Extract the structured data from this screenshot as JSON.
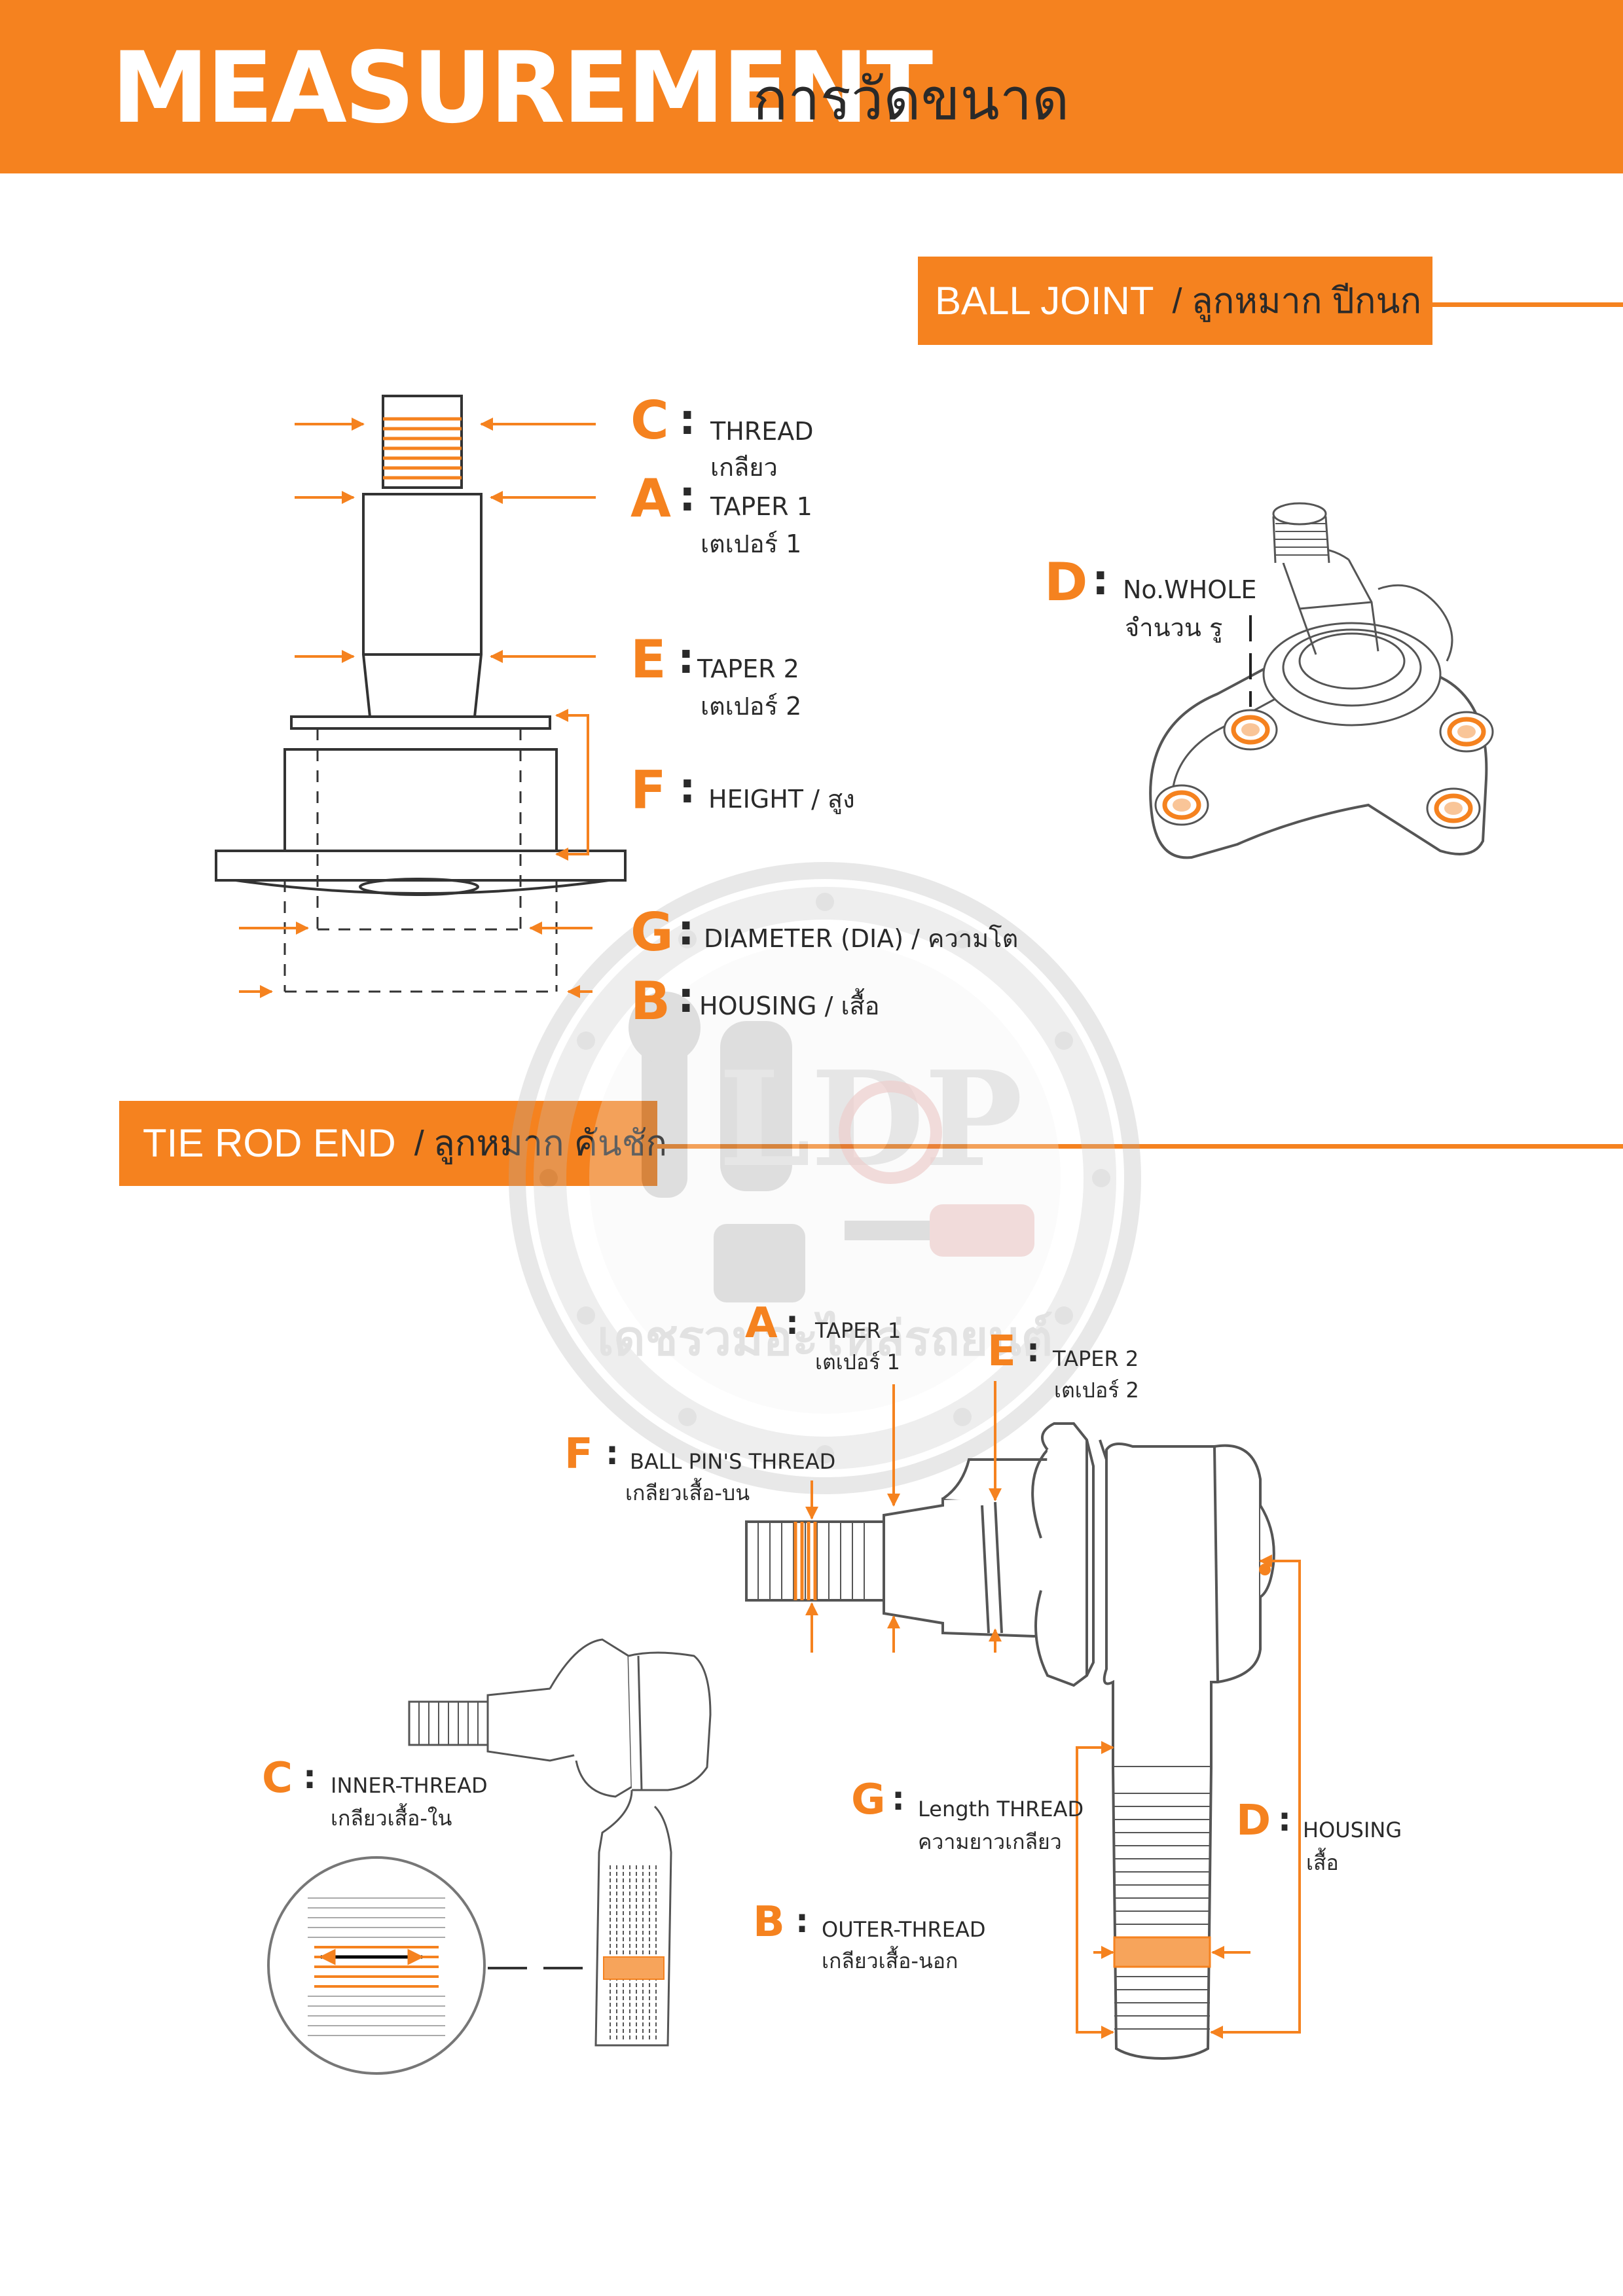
{
  "header": {
    "title": "MEASUREMENT",
    "subtitle": "การวัดขนาด"
  },
  "ball_joint": {
    "section_label": "BALL JOINT",
    "section_slash": "/",
    "section_thai": "ลูกหมาก ปีกนก",
    "items": {
      "C": {
        "letter": "C",
        "en": "THREAD",
        "th": "เกลียว"
      },
      "A": {
        "letter": "A",
        "en": "TAPER 1",
        "th": "เตเปอร์ 1"
      },
      "E": {
        "letter": "E",
        "en": "TAPER 2",
        "th": "เตเปอร์ 2"
      },
      "F": {
        "letter": "F",
        "en": "HEIGHT / สูง"
      },
      "G": {
        "letter": "G",
        "en": "DIAMETER (DIA) / ความโต"
      },
      "B": {
        "letter": "B",
        "en": "HOUSING / เสื้อ"
      },
      "D": {
        "letter": "D",
        "en": "No.WHOLE",
        "th": "จำนวน รู"
      }
    }
  },
  "tie_rod_end": {
    "section_label": "TIE ROD END",
    "section_slash": "/",
    "section_thai": "ลูกหมาก คันชัก",
    "items": {
      "A": {
        "letter": "A",
        "en": "TAPER 1",
        "th": "เตเปอร์ 1"
      },
      "E": {
        "letter": "E",
        "en": "TAPER 2",
        "th": "เตเปอร์ 2"
      },
      "F": {
        "letter": "F",
        "en": "BALL PIN'S THREAD",
        "th": "เกลียวเสื้อ-บน"
      },
      "C": {
        "letter": "C",
        "en": "INNER-THREAD",
        "th": "เกลียวเสื้อ-ใน"
      },
      "G": {
        "letter": "G",
        "en": "Length THREAD",
        "th": "ความยาวเกลียว"
      },
      "D": {
        "letter": "D",
        "en": "HOUSING",
        "th": "เสื้อ"
      },
      "B": {
        "letter": "B",
        "en": "OUTER-THREAD",
        "th": "เกลียวเสื้อ-นอก"
      }
    }
  },
  "watermark": {
    "logo_text": "LDP",
    "caption": "เดชรวมอะไหล่รถยนต์"
  },
  "colors": {
    "accent": "#f5821f",
    "text": "#2a2a2a",
    "line": "#333333"
  }
}
